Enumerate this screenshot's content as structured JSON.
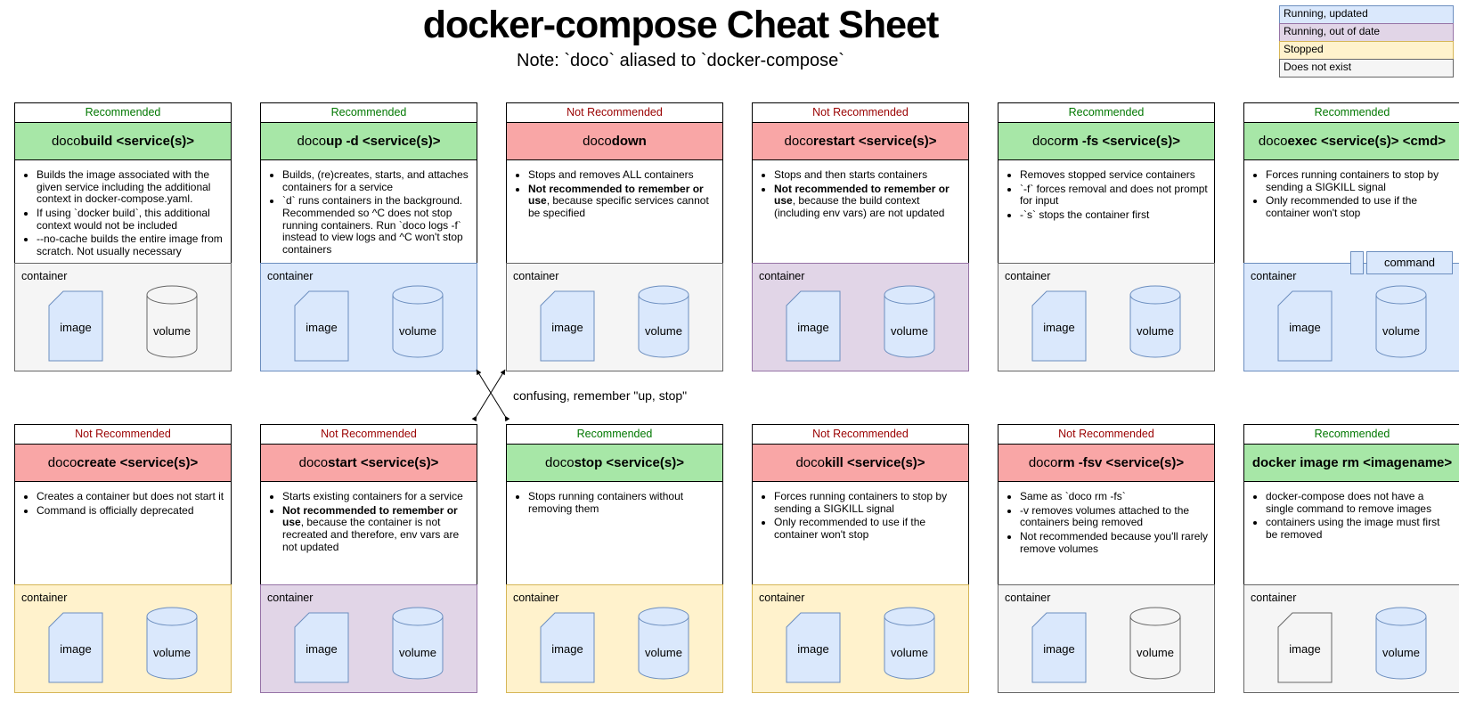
{
  "header": {
    "title": "docker-compose Cheat Sheet",
    "subtitle": "Note: `doco` aliased to `docker-compose`"
  },
  "legend": {
    "items": [
      {
        "label": "Running, updated",
        "state": "running_updated"
      },
      {
        "label": "Running, out of date",
        "state": "running_out_of_date"
      },
      {
        "label": "Stopped",
        "state": "stopped"
      },
      {
        "label": "Does not exist",
        "state": "does_not_exist"
      }
    ]
  },
  "colors": {
    "recommended_fill": "#a7e7a7",
    "not_recommended_fill": "#f9a6a6",
    "recommended_text": "#007700",
    "not_recommended_text": "#990000",
    "states": {
      "running_updated": {
        "fill": "#dae8fc",
        "border": "#6c8ebf"
      },
      "running_out_of_date": {
        "fill": "#e1d5e7",
        "border": "#9673a6"
      },
      "stopped": {
        "fill": "#fff2cc",
        "border": "#d6b656"
      },
      "does_not_exist": {
        "fill": "#f5f5f5",
        "border": "#666666"
      }
    }
  },
  "annotation": {
    "text": "confusing, remember \"up, stop\""
  },
  "cards": [
    {
      "id": "build",
      "recommendation": "Recommended",
      "rec_type": "good",
      "title": [
        {
          "t": "doco ",
          "b": false
        },
        {
          "t": "build <service(s)>",
          "b": true
        }
      ],
      "bullets": [
        [
          {
            "t": "Builds the image associated with the given service including the additional context in docker-compose.yaml.",
            "b": false
          }
        ],
        [
          {
            "t": "If using `docker build`, this additional context would not be included",
            "b": false
          }
        ],
        [
          {
            "t": "--no-cache builds the entire image from scratch. Not usually necessary",
            "b": false
          }
        ]
      ],
      "container": {
        "label": "container",
        "state": "does_not_exist",
        "image": {
          "label": "image",
          "state": "running_updated"
        },
        "volume": {
          "label": "volume",
          "state": "does_not_exist"
        },
        "command_tab": null
      }
    },
    {
      "id": "up",
      "recommendation": "Recommended",
      "rec_type": "good",
      "title": [
        {
          "t": "doco ",
          "b": false
        },
        {
          "t": "up -d <service(s)>",
          "b": true
        }
      ],
      "bullets": [
        [
          {
            "t": "Builds, (re)creates, starts, and attaches containers for a service",
            "b": false
          }
        ],
        [
          {
            "t": "`d` runs containers in the background. Recommended so ^C does not stop running containers. Run `doco logs -f` instead to view logs and ^C won't stop containers",
            "b": false
          }
        ]
      ],
      "container": {
        "label": "container",
        "state": "running_updated",
        "image": {
          "label": "image",
          "state": "running_updated"
        },
        "volume": {
          "label": "volume",
          "state": "running_updated"
        },
        "command_tab": null
      }
    },
    {
      "id": "down",
      "recommendation": "Not Recommended",
      "rec_type": "bad",
      "title": [
        {
          "t": "doco ",
          "b": false
        },
        {
          "t": "down",
          "b": true
        }
      ],
      "bullets": [
        [
          {
            "t": "Stops and removes ALL containers",
            "b": false
          }
        ],
        [
          {
            "t": "Not recommended to remember or use",
            "b": true
          },
          {
            "t": ", because specific services cannot be specified",
            "b": false
          }
        ]
      ],
      "container": {
        "label": "container",
        "state": "does_not_exist",
        "image": {
          "label": "image",
          "state": "running_updated"
        },
        "volume": {
          "label": "volume",
          "state": "running_updated"
        },
        "command_tab": null
      }
    },
    {
      "id": "restart",
      "recommendation": "Not Recommended",
      "rec_type": "bad",
      "title": [
        {
          "t": "doco ",
          "b": false
        },
        {
          "t": "restart <service(s)>",
          "b": true
        }
      ],
      "bullets": [
        [
          {
            "t": "Stops and then starts containers",
            "b": false
          }
        ],
        [
          {
            "t": "Not recommended to remember or use",
            "b": true
          },
          {
            "t": ", because the build context (including env vars) are not updated",
            "b": false
          }
        ]
      ],
      "container": {
        "label": "container",
        "state": "running_out_of_date",
        "image": {
          "label": "image",
          "state": "running_updated"
        },
        "volume": {
          "label": "volume",
          "state": "running_updated"
        },
        "command_tab": null
      }
    },
    {
      "id": "rm-fs",
      "recommendation": "Recommended",
      "rec_type": "good",
      "title": [
        {
          "t": "doco ",
          "b": false
        },
        {
          "t": "rm -fs <service(s)>",
          "b": true
        }
      ],
      "bullets": [
        [
          {
            "t": "Removes stopped service containers",
            "b": false
          }
        ],
        [
          {
            "t": "`-f` forces removal and does not prompt for input",
            "b": false
          }
        ],
        [
          {
            "t": "-`s` stops the container first",
            "b": false
          }
        ]
      ],
      "container": {
        "label": "container",
        "state": "does_not_exist",
        "image": {
          "label": "image",
          "state": "running_updated"
        },
        "volume": {
          "label": "volume",
          "state": "running_updated"
        },
        "command_tab": null
      }
    },
    {
      "id": "exec",
      "recommendation": "Recommended",
      "rec_type": "good",
      "title": [
        {
          "t": "doco ",
          "b": false
        },
        {
          "t": "exec <service(s)> <cmd>",
          "b": true
        }
      ],
      "bullets": [
        [
          {
            "t": "Forces running containers to stop by sending a SIGKILL signal",
            "b": false
          }
        ],
        [
          {
            "t": "Only recommended to use if the container won't stop",
            "b": false
          }
        ]
      ],
      "container": {
        "label": "container",
        "state": "running_updated",
        "image": {
          "label": "image",
          "state": "running_updated"
        },
        "volume": {
          "label": "volume",
          "state": "running_updated"
        },
        "command_tab": "command"
      }
    },
    {
      "id": "create",
      "recommendation": "Not Recommended",
      "rec_type": "bad",
      "title": [
        {
          "t": "doco ",
          "b": false
        },
        {
          "t": "create <service(s)>",
          "b": true
        }
      ],
      "bullets": [
        [
          {
            "t": "Creates a container but does not start it",
            "b": false
          }
        ],
        [
          {
            "t": "Command is officially deprecated",
            "b": false
          }
        ]
      ],
      "container": {
        "label": "container",
        "state": "stopped",
        "image": {
          "label": "image",
          "state": "running_updated"
        },
        "volume": {
          "label": "volume",
          "state": "running_updated"
        },
        "command_tab": null
      }
    },
    {
      "id": "start",
      "recommendation": "Not Recommended",
      "rec_type": "bad",
      "title": [
        {
          "t": "doco ",
          "b": false
        },
        {
          "t": "start <service(s)>",
          "b": true
        }
      ],
      "bullets": [
        [
          {
            "t": "Starts existing containers for a service",
            "b": false
          }
        ],
        [
          {
            "t": "Not recommended to remember or use",
            "b": true
          },
          {
            "t": ", because the container is not recreated and therefore, env vars are not updated",
            "b": false
          }
        ]
      ],
      "container": {
        "label": "container",
        "state": "running_out_of_date",
        "image": {
          "label": "image",
          "state": "running_updated"
        },
        "volume": {
          "label": "volume",
          "state": "running_updated"
        },
        "command_tab": null
      }
    },
    {
      "id": "stop",
      "recommendation": "Recommended",
      "rec_type": "good",
      "title": [
        {
          "t": "doco ",
          "b": false
        },
        {
          "t": "stop <service(s)>",
          "b": true
        }
      ],
      "bullets": [
        [
          {
            "t": "Stops running containers without removing them",
            "b": false
          }
        ]
      ],
      "container": {
        "label": "container",
        "state": "stopped",
        "image": {
          "label": "image",
          "state": "running_updated"
        },
        "volume": {
          "label": "volume",
          "state": "running_updated"
        },
        "command_tab": null
      }
    },
    {
      "id": "kill",
      "recommendation": "Not Recommended",
      "rec_type": "bad",
      "title": [
        {
          "t": "doco ",
          "b": false
        },
        {
          "t": "kill <service(s)>",
          "b": true
        }
      ],
      "bullets": [
        [
          {
            "t": "Forces running containers to stop by sending a SIGKILL signal",
            "b": false
          }
        ],
        [
          {
            "t": "Only recommended to use if the container won't stop",
            "b": false
          }
        ]
      ],
      "container": {
        "label": "container",
        "state": "stopped",
        "image": {
          "label": "image",
          "state": "running_updated"
        },
        "volume": {
          "label": "volume",
          "state": "running_updated"
        },
        "command_tab": null
      }
    },
    {
      "id": "rm-fsv",
      "recommendation": "Not Recommended",
      "rec_type": "bad",
      "title": [
        {
          "t": "doco ",
          "b": false
        },
        {
          "t": "rm -fsv <service(s)>",
          "b": true
        }
      ],
      "bullets": [
        [
          {
            "t": "Same as `doco rm -fs`",
            "b": false
          }
        ],
        [
          {
            "t": "-v removes volumes attached to the containers being removed",
            "b": false
          }
        ],
        [
          {
            "t": "Not recommended because you'll rarely remove volumes",
            "b": false
          }
        ]
      ],
      "container": {
        "label": "container",
        "state": "does_not_exist",
        "image": {
          "label": "image",
          "state": "running_updated"
        },
        "volume": {
          "label": "volume",
          "state": "does_not_exist"
        },
        "command_tab": null
      }
    },
    {
      "id": "docker-image-rm",
      "recommendation": "Recommended",
      "rec_type": "good",
      "title": [
        {
          "t": "docker image rm <imagename>",
          "b": true
        }
      ],
      "bullets": [
        [
          {
            "t": "docker-compose does not have a single command to remove images",
            "b": false
          }
        ],
        [
          {
            "t": "containers using the image must first be removed",
            "b": false
          }
        ]
      ],
      "container": {
        "label": "container",
        "state": "does_not_exist",
        "image": {
          "label": "image",
          "state": "does_not_exist"
        },
        "volume": {
          "label": "volume",
          "state": "running_updated"
        },
        "command_tab": null
      }
    }
  ]
}
